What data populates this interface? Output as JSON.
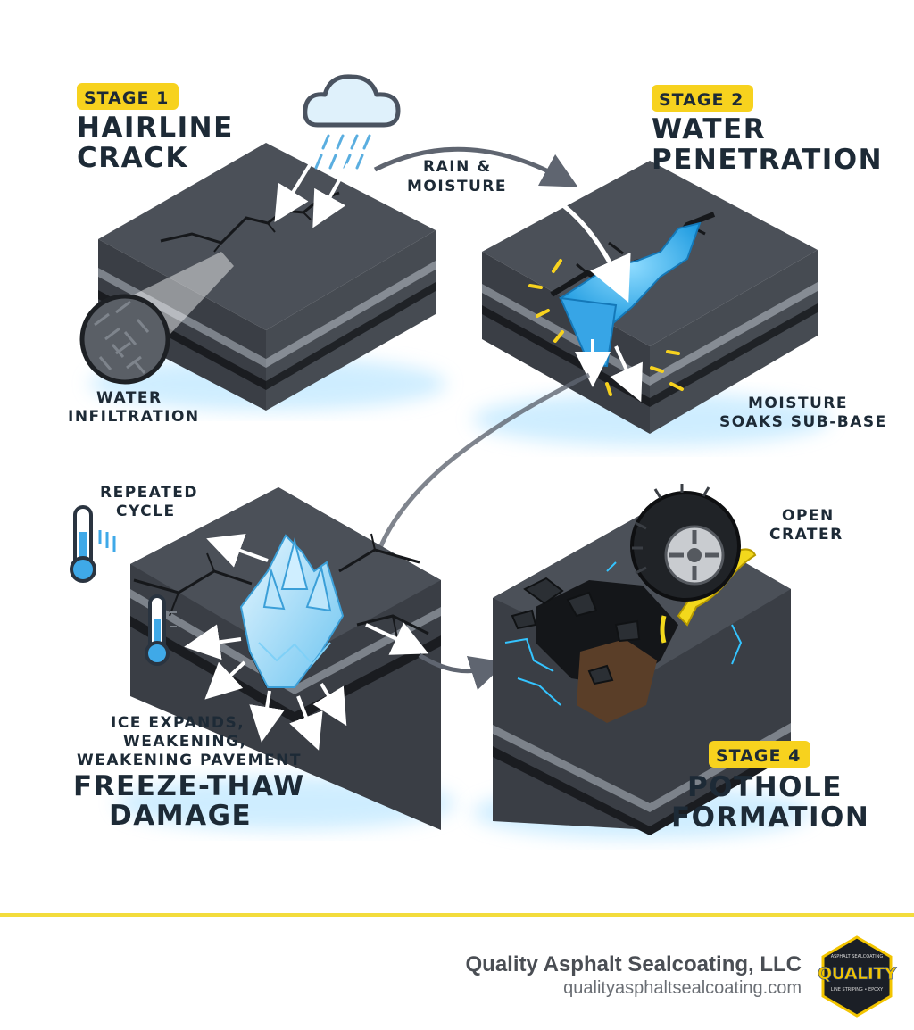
{
  "stage1": {
    "badge": "STAGE 1",
    "title_line1": "HAIRLINE",
    "title_line2": "CRACK",
    "note_line1": "WATER",
    "note_line2": "INFILTRATION"
  },
  "stage2": {
    "badge": "STAGE 2",
    "title_line1": "WATER",
    "title_line2": "PENETRATION",
    "rain_line1": "RAIN &",
    "rain_line2": "MOISTURE",
    "note_line1": "MOISTURE",
    "note_line2": "SOAKS SUB-BASE"
  },
  "stage3": {
    "cycle_line1": "REPEATED",
    "cycle_line2": "CYCLE",
    "note_line1": "ICE EXPANDS,",
    "note_line2": "WEAKENING,",
    "note_line3": "WEAKENING PAVEMENT",
    "title_line1": "FREEZE-THAW",
    "title_line2": "DAMAGE"
  },
  "stage4": {
    "badge": "STAGE 4",
    "crater_line1": "OPEN",
    "crater_line2": "CRATER",
    "title_line1": "POTHOLE",
    "title_line2": "FORMATION"
  },
  "footer": {
    "company": "Quality Asphalt Sealcoating, LLC",
    "url": "qualityasphaltsealcoating.com",
    "logo_word": "QUALITY",
    "logo_top": "ASPHALT SEALCOATING",
    "logo_bottom": "LINE STRIPING • EPOXY"
  },
  "colors": {
    "badge": "#f7d21e",
    "asphalt_top": "#4b5058",
    "asphalt_dark": "#30343a",
    "water": "#3fb4ef",
    "ice": "#a9dcf7",
    "rule": "#f3dc3c",
    "crack_glow": "#5ad0ff"
  },
  "icons": [
    "rain-cloud-icon",
    "magnifier-circle-icon",
    "thermometer-icon",
    "ice-crystal-icon",
    "tire-icon",
    "company-logo-icon"
  ]
}
